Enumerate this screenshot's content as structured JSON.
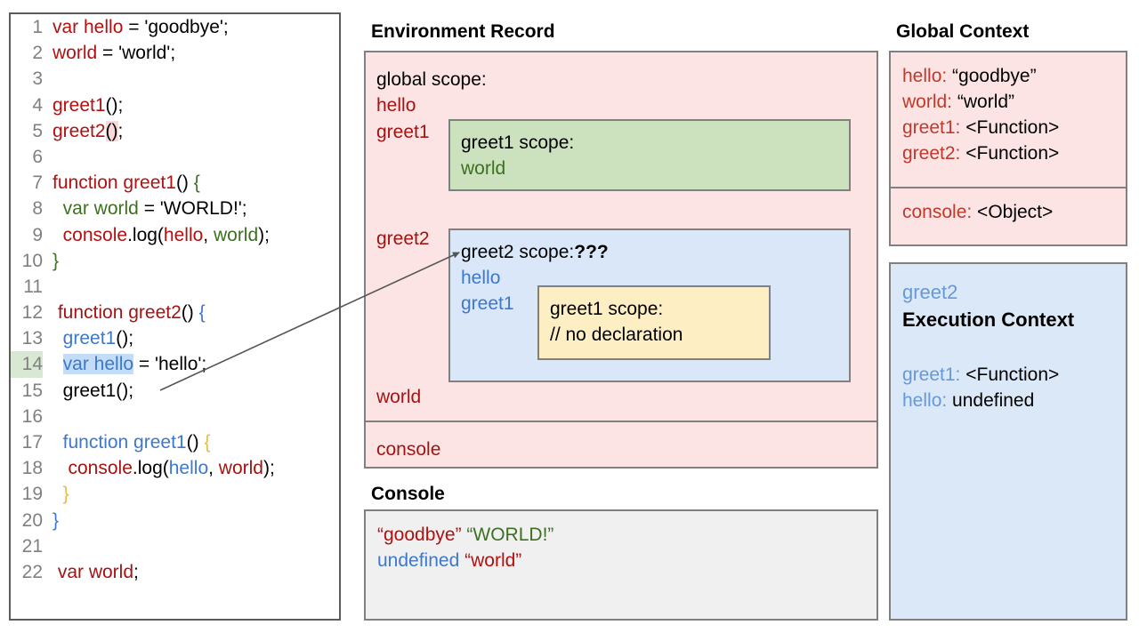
{
  "code_panel": {
    "lines": [
      {
        "n": "1",
        "tokens": [
          {
            "t": "var hello",
            "c": "red"
          },
          {
            "t": " = 'goodbye';",
            "c": "black"
          }
        ]
      },
      {
        "n": "2",
        "tokens": [
          {
            "t": "world",
            "c": "red"
          },
          {
            "t": " = 'world';",
            "c": "black"
          }
        ]
      },
      {
        "n": "3",
        "tokens": []
      },
      {
        "n": "4",
        "tokens": [
          {
            "t": "greet1",
            "c": "red"
          },
          {
            "t": "();",
            "c": "black"
          }
        ]
      },
      {
        "n": "5",
        "tokens": [
          {
            "t": "greet2",
            "c": "red"
          },
          {
            "t": "()",
            "c": "black",
            "hl": "pink"
          },
          {
            "t": ";",
            "c": "black"
          }
        ]
      },
      {
        "n": "6",
        "tokens": []
      },
      {
        "n": "7",
        "tokens": [
          {
            "t": "function greet1",
            "c": "red"
          },
          {
            "t": "() ",
            "c": "black"
          },
          {
            "t": "{",
            "c": "green"
          }
        ]
      },
      {
        "n": "8",
        "tokens": [
          {
            "t": "  var world",
            "c": "green"
          },
          {
            "t": " = 'WORLD!';",
            "c": "black"
          }
        ]
      },
      {
        "n": "9",
        "tokens": [
          {
            "t": "  console",
            "c": "red"
          },
          {
            "t": ".log(",
            "c": "black"
          },
          {
            "t": "hello",
            "c": "red"
          },
          {
            "t": ", ",
            "c": "black"
          },
          {
            "t": "world",
            "c": "green"
          },
          {
            "t": ");",
            "c": "black"
          }
        ]
      },
      {
        "n": "10",
        "tokens": [
          {
            "t": "}",
            "c": "green"
          }
        ]
      },
      {
        "n": "11",
        "tokens": []
      },
      {
        "n": "12",
        "tokens": [
          {
            "t": " function greet2",
            "c": "dred"
          },
          {
            "t": "() ",
            "c": "black"
          },
          {
            "t": "{",
            "c": "blue"
          }
        ]
      },
      {
        "n": "13",
        "tokens": [
          {
            "t": "  greet1",
            "c": "blue"
          },
          {
            "t": "();",
            "c": "black"
          }
        ]
      },
      {
        "n": "14",
        "tokens": [
          {
            "t": "  ",
            "c": "black"
          },
          {
            "t": "var hello",
            "c": "blue",
            "hl": "blue"
          },
          {
            "t": " = 'hello';",
            "c": "black"
          }
        ],
        "line_hl": true
      },
      {
        "n": "15",
        "tokens": [
          {
            "t": "  greet1();",
            "c": "black"
          }
        ]
      },
      {
        "n": "16",
        "tokens": []
      },
      {
        "n": "17",
        "tokens": [
          {
            "t": "  function greet1",
            "c": "blue"
          },
          {
            "t": "() ",
            "c": "black"
          },
          {
            "t": "{",
            "c": "gold"
          }
        ]
      },
      {
        "n": "18",
        "tokens": [
          {
            "t": "   console",
            "c": "dred"
          },
          {
            "t": ".log(",
            "c": "black"
          },
          {
            "t": "hello",
            "c": "blue"
          },
          {
            "t": ", ",
            "c": "black"
          },
          {
            "t": "world",
            "c": "dred"
          },
          {
            "t": ");",
            "c": "black"
          }
        ]
      },
      {
        "n": "19",
        "tokens": [
          {
            "t": "  }",
            "c": "gold"
          }
        ]
      },
      {
        "n": "20",
        "tokens": [
          {
            "t": "}",
            "c": "blue"
          }
        ]
      },
      {
        "n": "21",
        "tokens": []
      },
      {
        "n": "22",
        "tokens": [
          {
            "t": " var world",
            "c": "dred"
          },
          {
            "t": ";",
            "c": "black"
          }
        ]
      }
    ]
  },
  "env_record": {
    "title": "Environment Record",
    "global_scope_label": "global scope:",
    "global_bindings_top": [
      "hello",
      "greet1"
    ],
    "greet2_binding": "greet2",
    "world_binding": "world",
    "console_binding": "console",
    "greet1_scope": {
      "header": "greet1 scope:",
      "bindings": [
        "world"
      ]
    },
    "greet2_scope": {
      "header": "greet2 scope:",
      "header_suffix": "???",
      "bindings": [
        "hello",
        "greet1"
      ],
      "inner_greet1_scope": {
        "header": "greet1 scope:",
        "comment": "// no declaration"
      }
    }
  },
  "console": {
    "title": "Console",
    "rows": [
      [
        {
          "t": "“goodbye”",
          "c": "red"
        },
        {
          "t": " ",
          "c": "black"
        },
        {
          "t": "“WORLD!”",
          "c": "green"
        }
      ],
      [
        {
          "t": "undefined",
          "c": "blue"
        },
        {
          "t": " ",
          "c": "black"
        },
        {
          "t": "“world”",
          "c": "red"
        }
      ]
    ]
  },
  "global_context": {
    "title": "Global Context",
    "upper_entries": [
      {
        "key": "hello:",
        "value": "“goodbye”"
      },
      {
        "key": "world:",
        "value": "“world”"
      },
      {
        "key": "greet1:",
        "value": "<Function>"
      },
      {
        "key": "greet2:",
        "value": "<Function>"
      }
    ],
    "lower_entries": [
      {
        "key": "console:",
        "value": "<Object>"
      }
    ]
  },
  "exec_context": {
    "name": "greet2",
    "title": "Execution Context",
    "entries": [
      {
        "key": "greet1:",
        "value": "<Function>"
      },
      {
        "key": "hello:",
        "value": "undefined"
      }
    ]
  },
  "colors": {
    "red": "#b31010",
    "dark_red": "#a21414",
    "green": "#3d7020",
    "blue": "#3d78cc",
    "gold": "#e8bb4a",
    "env_bg": "#fce4e4",
    "greet1_scope_bg": "#cce1bd",
    "greet2_scope_bg": "#d9e7f8",
    "inner_scope_bg": "#fdeec3",
    "console_bg": "#f0f0f0",
    "exec_ctx_bg": "#dbe8f8"
  }
}
